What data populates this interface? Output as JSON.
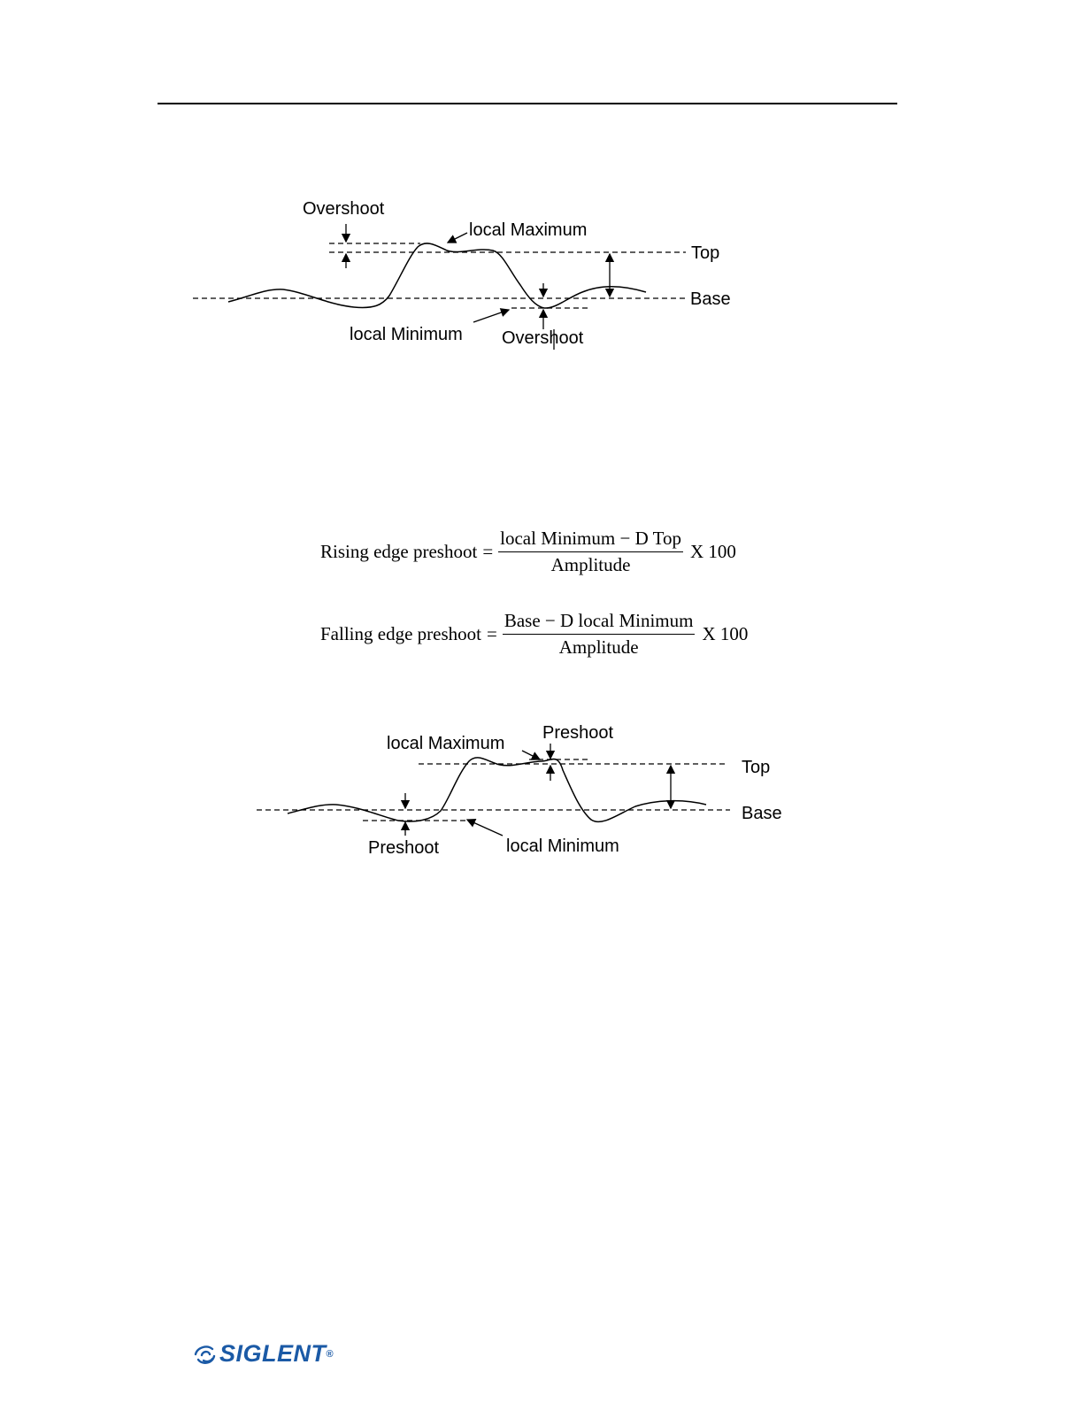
{
  "overshoot_diagram": {
    "label_overshoot_top": "Overshoot",
    "label_local_maximum": "local Maximum",
    "label_top": "Top",
    "label_base": "Base",
    "label_local_minimum": "local Minimum",
    "label_overshoot_bottom": "Overshoot"
  },
  "formulas": {
    "rising": {
      "lhs": "Rising edge preshoot",
      "equals": "=",
      "numerator": "local Minimum − D  Top",
      "denominator": "Amplitude",
      "multiplier": "X 100"
    },
    "falling": {
      "lhs": "Falling edge preshoot",
      "equals": "=",
      "numerator": "Base − D local Minimum",
      "denominator": "Amplitude",
      "multiplier": "X 100"
    }
  },
  "preshoot_diagram": {
    "label_local_maximum": "local Maximum",
    "label_preshoot_top": "Preshoot",
    "label_top": "Top",
    "label_base": "Base",
    "label_preshoot_bottom": "Preshoot",
    "label_local_minimum": "local Minimum"
  },
  "footer": {
    "logo_text": "SIGLENT",
    "logo_mark": "®",
    "brand_color": "#1b5aa6"
  }
}
